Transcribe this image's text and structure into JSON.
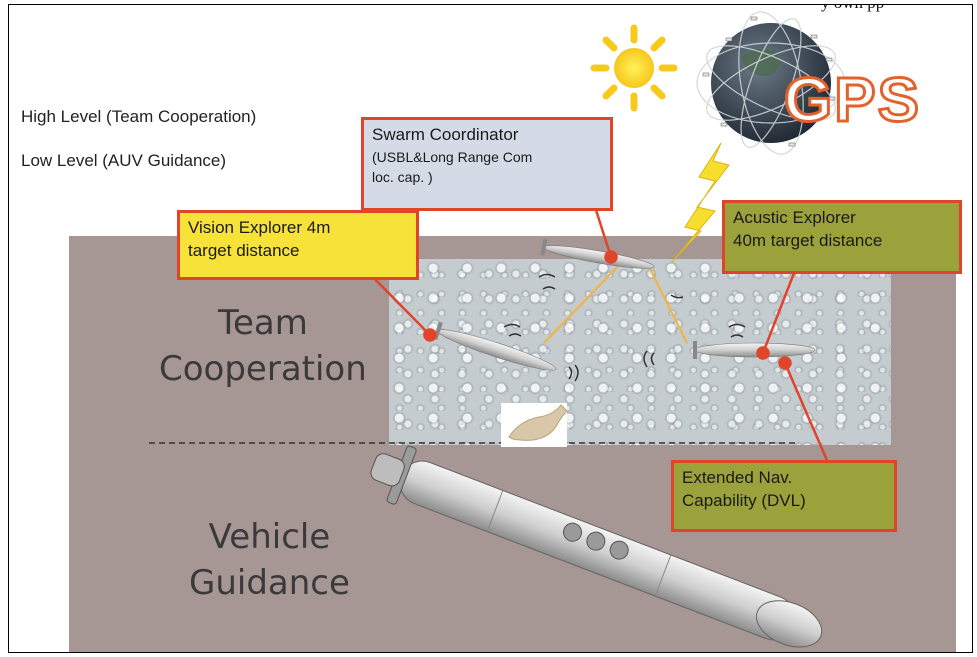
{
  "caption_cut": "y own pp",
  "levels": {
    "high": "High Level (Team Cooperation)",
    "low": "Low Level (AUV Guidance)"
  },
  "sections": {
    "team": [
      "Team",
      "Cooperation"
    ],
    "vehicle": [
      "Vehicle",
      "Guidance"
    ]
  },
  "callouts": {
    "swarm": {
      "title": "Swarm Coordinator",
      "detail1": "(USBL&Long Range Com",
      "detail2": "loc. cap. )"
    },
    "vision": {
      "line1": "Vision Explorer 4m",
      "line2": "target distance"
    },
    "acustic": {
      "line1": "Acustic Explorer",
      "line2": "40m target distance"
    },
    "extended": {
      "line1": "Extended Nav.",
      "line2": "Capability (DVL)"
    }
  },
  "gps_label": "GPS",
  "colors": {
    "callout_border": "#e0452b",
    "vision_fill": "#f7e23a",
    "swarm_fill": "#d5dbe6",
    "olive_fill": "#9ba23b",
    "panel": "#a69694",
    "comm_line": "#f2b347"
  },
  "icons": [
    "sun-icon",
    "satellite-globe-icon",
    "lightning-bolt-icon",
    "auv-icon",
    "sonar-wave-icon",
    "amphora-icon"
  ]
}
